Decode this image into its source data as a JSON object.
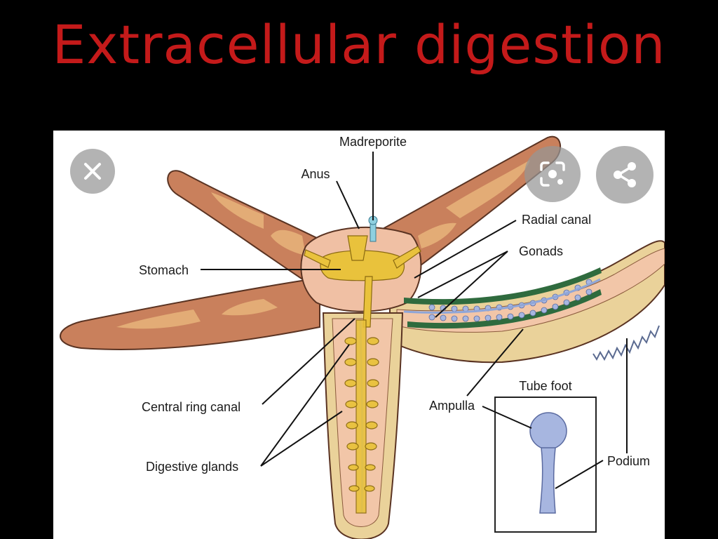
{
  "slide": {
    "title": "Extracellular digestion"
  },
  "diagram": {
    "labels": {
      "madreporite": "Madreporite",
      "anus": "Anus",
      "radial_canal": "Radial canal",
      "gonads": "Gonads",
      "stomach": "Stomach",
      "central_ring_canal": "Central ring canal",
      "digestive_glands": "Digestive glands",
      "ampulla": "Ampulla",
      "tube_foot": "Tube foot",
      "podium": "Podium"
    }
  },
  "overlay": {
    "close_icon": "close-icon",
    "lens_icon": "lens-icon",
    "share_icon": "share-icon"
  },
  "colors": {
    "title": "#c41a1a",
    "arm_skin": "#c9805c",
    "arm_patch": "#eab77d",
    "cut_flesh": "#f2c6a8",
    "digestive": "#e9c23c",
    "tube_foot": "#a7b6e0"
  }
}
